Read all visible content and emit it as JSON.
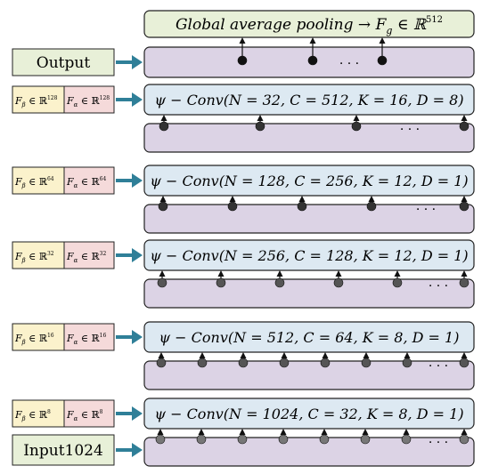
{
  "colors": {
    "green_box": "#e8f0d8",
    "purple_box": "#dcd3e5",
    "blue_box": "#dde9f2",
    "yellow_box": "#fbf2cc",
    "pink_box": "#f5dada",
    "arrow_teal": "#2f7f98",
    "node_dark": "#333333",
    "node_gray": "#777777"
  },
  "top": {
    "pooling_label": "Global average pooling → F",
    "pooling_sub": "g",
    "pooling_set": " ∈ ℝ",
    "pooling_sup": "512"
  },
  "output_label": "Output",
  "input_label": "Input1024",
  "ellipsis": ". . .",
  "layers": [
    {
      "beta_label": "F",
      "beta_sub": "β",
      "beta_set": " ∈ ℝ",
      "beta_sup": "128",
      "alpha_label": "F",
      "alpha_sub": "α",
      "alpha_set": " ∈ ℝ",
      "alpha_sup": "128",
      "conv_text": "ψ − Conv(N = 32, C = 512, K = 16, D = 8)"
    },
    {
      "beta_label": "F",
      "beta_sub": "β",
      "beta_set": " ∈ ℝ",
      "beta_sup": "64",
      "alpha_label": "F",
      "alpha_sub": "α",
      "alpha_set": " ∈ ℝ",
      "alpha_sup": "64",
      "conv_text": "ψ − Conv(N = 128, C = 256, K = 12, D = 1)"
    },
    {
      "beta_label": "F",
      "beta_sub": "β",
      "beta_set": " ∈ ℝ",
      "beta_sup": "32",
      "alpha_label": "F",
      "alpha_sub": "α",
      "alpha_set": " ∈ ℝ",
      "alpha_sup": "32",
      "conv_text": "ψ − Conv(N = 256, C = 128, K = 12, D = 1)"
    },
    {
      "beta_label": "F",
      "beta_sub": "β",
      "beta_set": " ∈ ℝ",
      "beta_sup": "16",
      "alpha_label": "F",
      "alpha_sub": "α",
      "alpha_set": " ∈ ℝ",
      "alpha_sup": "16",
      "conv_text": "ψ − Conv(N = 512, C = 64, K = 8, D = 1)"
    },
    {
      "beta_label": "F",
      "beta_sub": "β",
      "beta_set": " ∈ ℝ",
      "beta_sup": "8",
      "alpha_label": "F",
      "alpha_sub": "α",
      "alpha_set": " ∈ ℝ",
      "alpha_sup": "8",
      "conv_text": "ψ − Conv(N = 1024, C = 32, K = 8, D = 1)"
    }
  ]
}
